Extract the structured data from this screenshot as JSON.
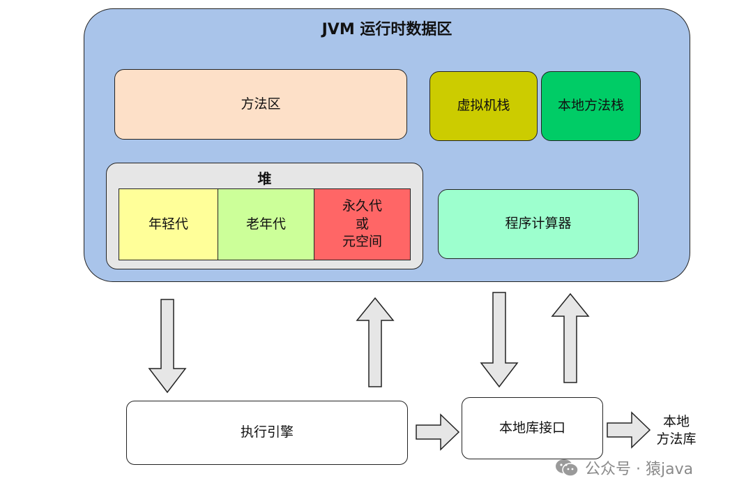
{
  "runtime_area": {
    "title": "JVM 运行时数据区"
  },
  "method_area": {
    "label": "方法区"
  },
  "vm_stack": {
    "label": "虚拟机栈"
  },
  "native_method_stack": {
    "label": "本地方法栈"
  },
  "heap": {
    "title": "堆",
    "young_gen": "年轻代",
    "old_gen": "老年代",
    "perm_gen": {
      "line1": "永久代",
      "line2": "或",
      "line3": "元空间"
    }
  },
  "pc_register": {
    "label": "程序计算器"
  },
  "execution_engine": {
    "label": "执行引擎"
  },
  "native_interface": {
    "label": "本地库接口"
  },
  "native_library": {
    "line1": "本地",
    "line2": "方法库"
  },
  "watermark": {
    "icon": "wechat-icon",
    "text": "公众号 · 猿java"
  },
  "colors": {
    "runtime_area": "#a9c4ea",
    "method_area": "#fde0c8",
    "vm_stack": "#cccc00",
    "native_method_stack": "#00cc66",
    "heap": "#e6e6e6",
    "young_gen": "#ffff99",
    "old_gen": "#ccff99",
    "perm_gen": "#ff6666",
    "pc_register": "#9dffce"
  }
}
